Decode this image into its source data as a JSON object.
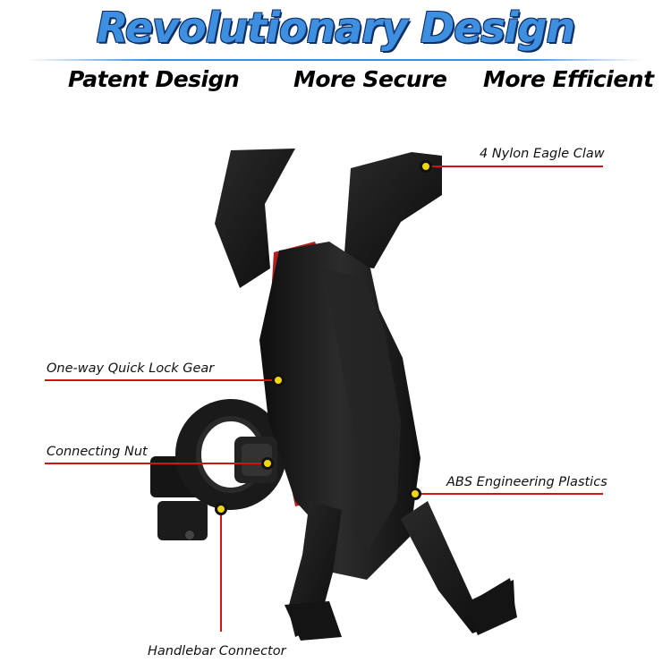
{
  "header": {
    "title": "Revolutionary Design",
    "features": [
      "Patent Design",
      "More Secure",
      "More Efficient"
    ]
  },
  "callouts": {
    "claw": "4 Nylon Eagle Claw",
    "gear": "One-way Quick Lock Gear",
    "nut": "Connecting Nut",
    "plastics": "ABS Engineering Plastics",
    "handlebar": "Handlebar Connector"
  },
  "colors": {
    "title_fill": "#3f8fe0",
    "title_outline": "#0d2f66",
    "leader": "#d01414",
    "pin": "#f2d60c",
    "body": "#1c1c1c",
    "gear": "#d42a2a"
  }
}
